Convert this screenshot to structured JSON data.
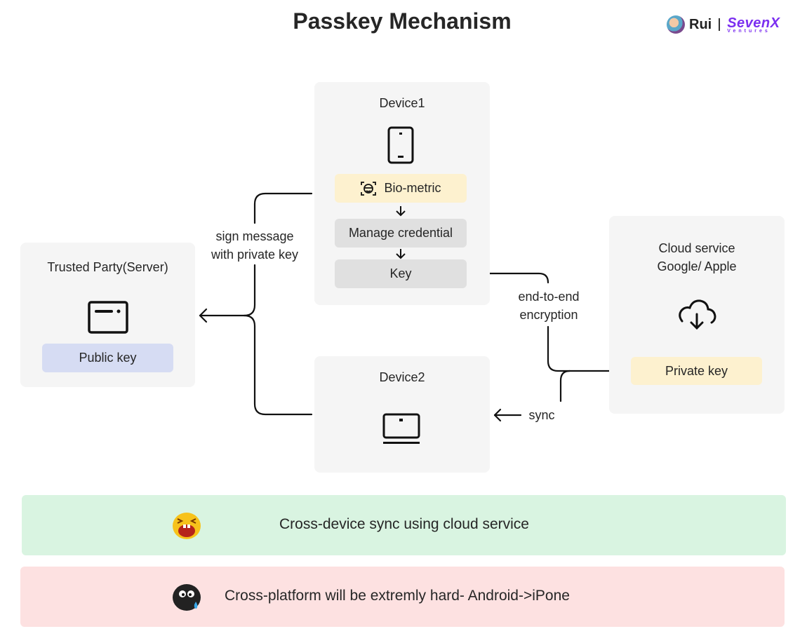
{
  "header": {
    "title": "Passkey Mechanism",
    "author": "Rui",
    "brand_line1": "SevenX",
    "brand_line2": "Ventures",
    "brand_color": "#7b2ff0"
  },
  "nodes": {
    "device1": {
      "label": "Device1",
      "icon": "smartphone-icon",
      "steps": [
        {
          "label": "Bio-metric",
          "icon": "face-scan-icon"
        },
        {
          "label": "Manage credential"
        },
        {
          "label": "Key"
        }
      ]
    },
    "device2": {
      "label": "Device2",
      "icon": "laptop-icon"
    },
    "server": {
      "label": "Trusted Party(Server)",
      "icon": "browser-window-icon",
      "key_label": "Public key"
    },
    "cloud": {
      "label_line1": "Cloud service",
      "label_line2": "Google/ Apple",
      "icon": "cloud-download-icon",
      "key_label": "Private key"
    }
  },
  "edges": {
    "sign_line1": "sign message",
    "sign_line2": "with private key",
    "e2e_line1": "end-to-end",
    "e2e_line2": "encryption",
    "sync": "sync"
  },
  "banners": [
    {
      "text": "Cross-device sync using cloud service",
      "emoji": "laughing-emoji-icon",
      "color": "#d9f4e1"
    },
    {
      "text": "Cross-platform will be extremly hard- Android->iPone",
      "emoji": "crying-emoji-icon",
      "color": "#fde1e1"
    }
  ],
  "colors": {
    "panel": "#f5f5f5",
    "biometric": "#fdf1cf",
    "step": "#e0e0e0",
    "public_key": "#d6dcf3",
    "private_key": "#fdf1cf"
  }
}
